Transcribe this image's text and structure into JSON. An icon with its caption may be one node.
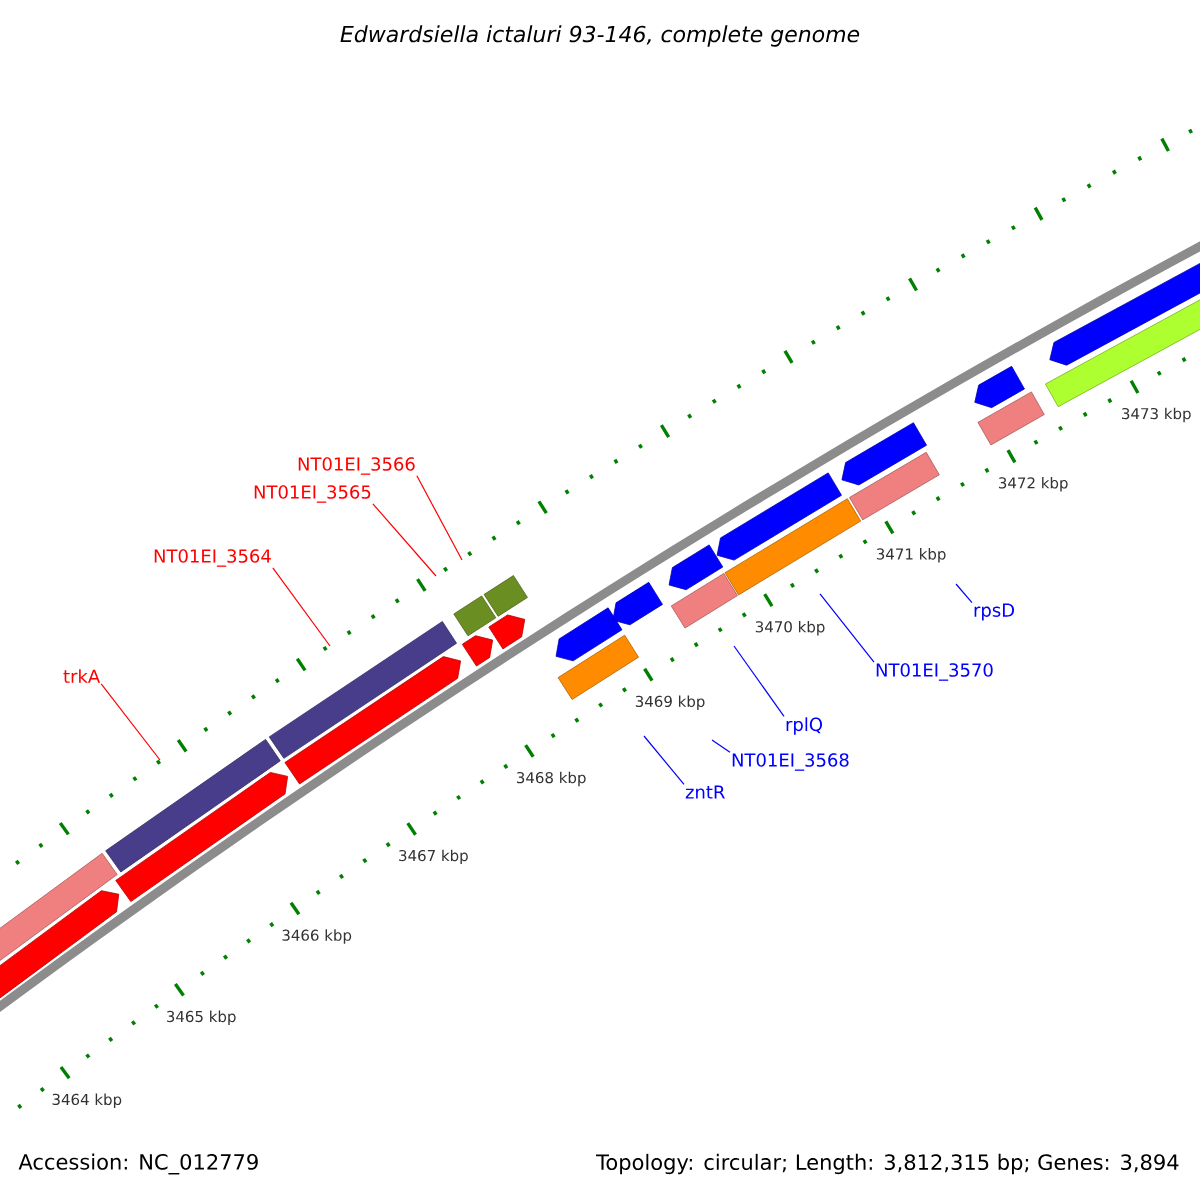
{
  "diagram": {
    "title": "Edwardsiella ictaluri 93-146, complete genome",
    "nodes": [
      {
        "text": [
          "NT01EI_3566"
        ]
      },
      {
        "text": [
          "NT01EI_3565"
        ]
      },
      {
        "text": [
          "NT01EI_3564"
        ]
      },
      {
        "text": [
          "rpsD"
        ]
      },
      {
        "text": [
          "NT01EI_3570"
        ]
      },
      {
        "text": [
          "trkA"
        ]
      },
      {
        "text": [
          "rplQ"
        ]
      },
      {
        "text": [
          "NT01EI_3568"
        ]
      },
      {
        "text": [
          "zntR"
        ]
      }
    ],
    "edges": [
      {
        "from": 0,
        "to": null,
        "arrow": "none",
        "color": "#ff0000"
      },
      {
        "from": 1,
        "to": null,
        "arrow": "none",
        "color": "#ff0000"
      },
      {
        "from": 2,
        "to": null,
        "arrow": "none",
        "color": "#ff0000"
      },
      {
        "from": 3,
        "to": null,
        "arrow": "none"
      },
      {
        "from": 4,
        "to": null,
        "arrow": "none"
      },
      {
        "from": 5,
        "to": null,
        "arrow": "none",
        "color": "#ff0000"
      },
      {
        "from": 6,
        "to": null,
        "arrow": "none"
      },
      {
        "from": 7,
        "to": null,
        "arrow": "none"
      },
      {
        "from": 8,
        "to": null,
        "arrow": "none"
      }
    ],
    "labels": [
      "3473 kbp",
      "3472 kbp",
      "3471 kbp",
      "3470 kbp",
      "3469 kbp",
      "3468 kbp",
      "3467 kbp",
      "3466 kbp",
      "3465 kbp",
      "3464 kbp",
      "Accession: NC_012779",
      "Topology: circular; Length: 3,812,315 bp; Genes: 3,894"
    ]
  }
}
